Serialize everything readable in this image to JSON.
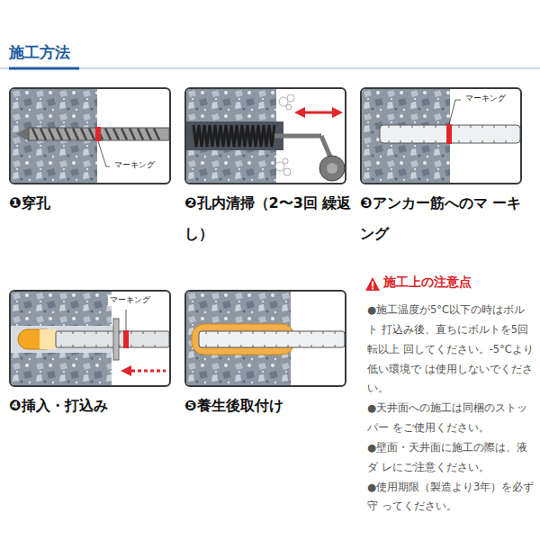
{
  "diagram": {
    "title": "施工方法",
    "nodes": [
      {
        "text": [
          "マーキング",
          "❶穿孔"
        ]
      },
      {
        "text": [
          "❷孔内清掃（2〜3回 繰返し）"
        ]
      },
      {
        "text": [
          "マーキング",
          "❸アンカー筋へのマ ーキング"
        ]
      },
      {
        "text": [
          "マーキング",
          "❹挿入・打込み"
        ]
      },
      {
        "text": [
          "❺養生後取付け"
        ]
      }
    ],
    "labels": [
      "施工上の注意点",
      "●施工温度が5°C以下の時はボルト 打込み後、直ちにボルトを5回転以上 回してください。-5°Cより低い環境で は使用しないでください。",
      "●天井面への施工は同梱のストッパー をご使用ください。",
      "●壁面・天井面に施工の際は、液ダ レにご注意ください。",
      "●使用期限（製造より3年）を必ず守 ってください。"
    ]
  }
}
